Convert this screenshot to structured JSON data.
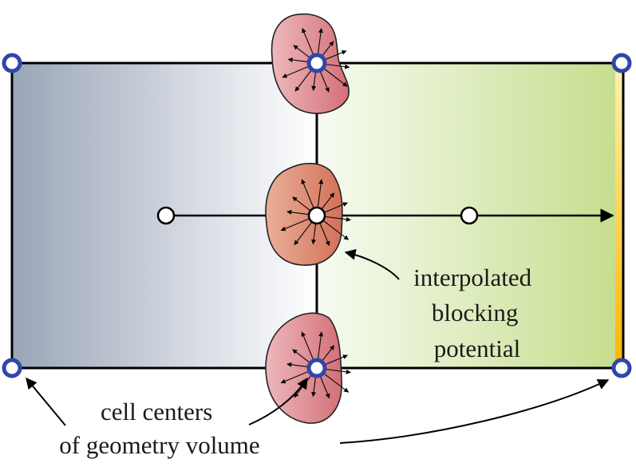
{
  "labels": {
    "interpolated_blocking_potential": [
      "interpolated",
      "blocking",
      "potential"
    ],
    "cell_centers_of_geometry_volume": [
      "cell centers",
      "of geometry volume"
    ]
  },
  "colors": {
    "left_cell_gradient": [
      "#9aa5b8",
      "#ffffff"
    ],
    "right_cell_gradient": [
      "#f7fbf2",
      "#c6de8e"
    ],
    "boundary_strip": [
      "#fff3b0",
      "#ffb300"
    ],
    "kernel_fill_light": "#e8a3a8",
    "kernel_fill_dark": "#d46f78",
    "kernel_fill_middle": "#dd8c74",
    "vertex_ring": "#2f47a8",
    "line": "#000000"
  }
}
